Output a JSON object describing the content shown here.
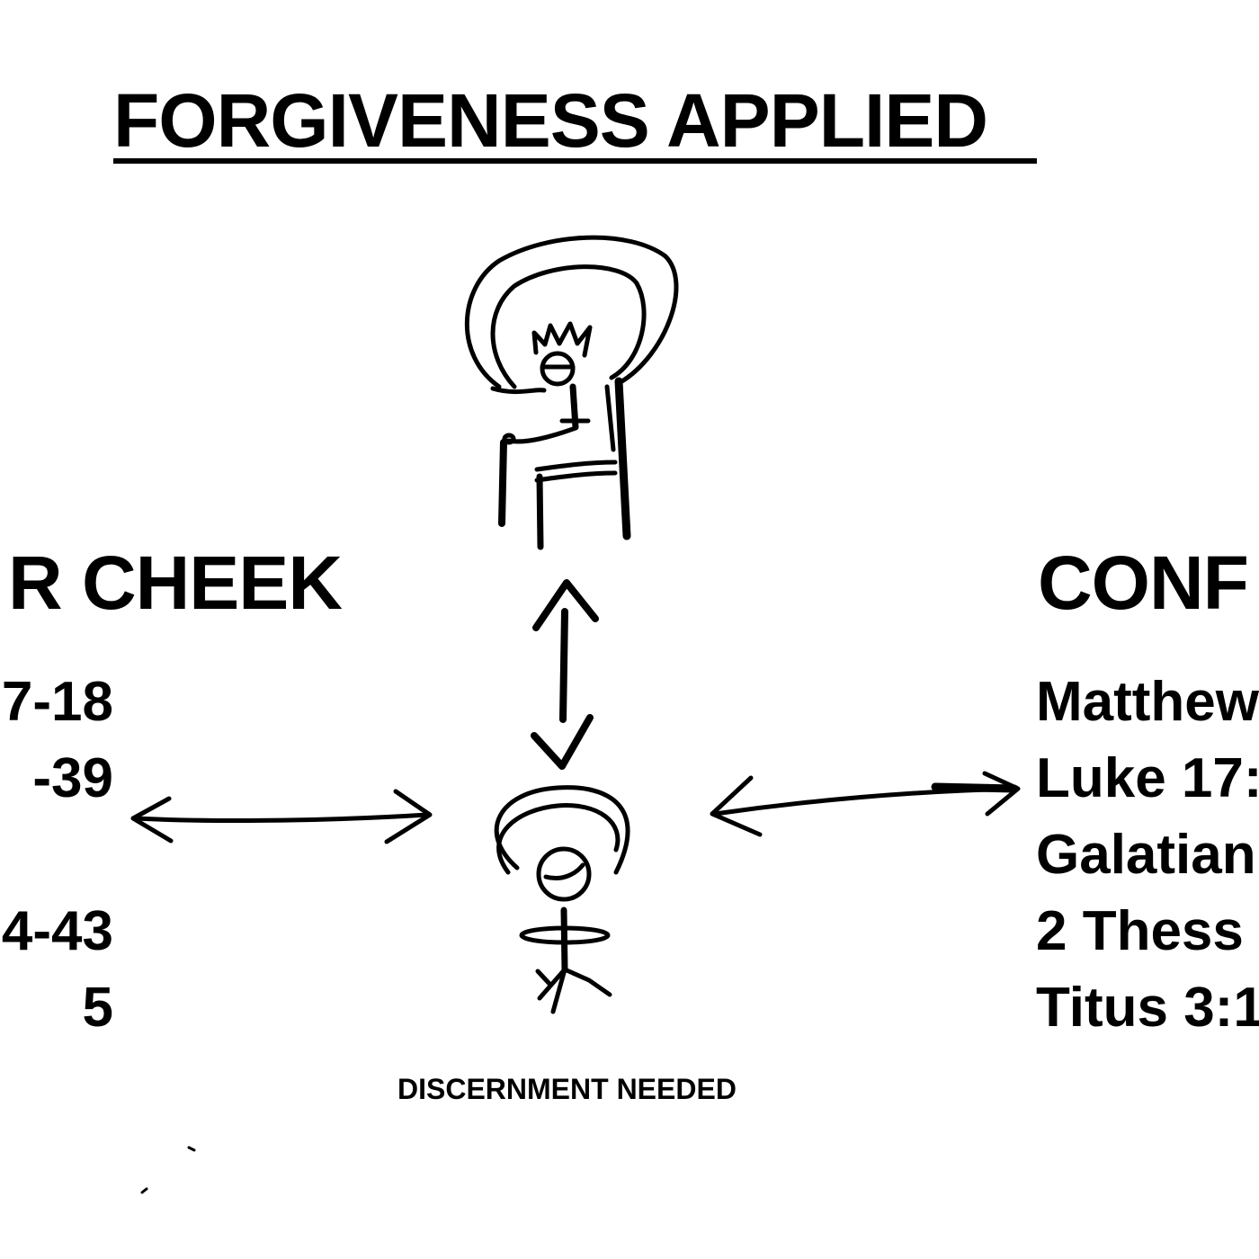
{
  "title": "FORGIVENESS APPLIED",
  "left_column": {
    "heading": "R CHEEK",
    "references": [
      "7-18",
      "-39",
      "",
      "4-43",
      "5"
    ]
  },
  "right_column": {
    "heading": "CONF",
    "references": [
      "Matthew",
      "Luke 17:",
      "Galatian",
      "2 Thess",
      "Titus 3:1"
    ]
  },
  "caption": "DISCERNMENT NEEDED",
  "colors": {
    "background": "#ffffff",
    "ink": "#000000"
  },
  "icons": [
    "throne-figure-icon",
    "person-figure-icon",
    "double-arrow-icon"
  ]
}
